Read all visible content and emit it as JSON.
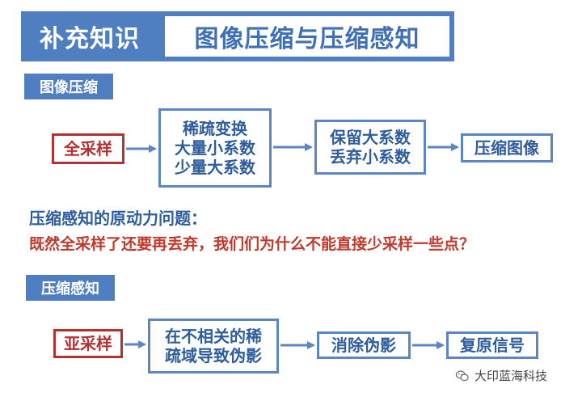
{
  "title": {
    "left": "补充知识",
    "right": "图像压缩与压缩感知"
  },
  "section1": {
    "label": "图像压缩",
    "boxes": {
      "full_sample": "全采样",
      "sparse_lines": [
        "稀疏变换",
        "大量小系数",
        "少量大系数"
      ],
      "keep_lines": [
        "保留大系数",
        "丢弃小系数"
      ],
      "compressed": "压缩图像"
    }
  },
  "question": "压缩感知的原动力问题：",
  "statement": "既然全采样了还要再丢弃，我们们为什么不能直接少采样一些点？",
  "section2": {
    "label": "压缩感知",
    "boxes": {
      "sub_sample": "亚采样",
      "incoherent_lines": [
        "在不相关的稀",
        "疏域导致伪影"
      ],
      "remove_artifact": "消除伪影",
      "recover": "复原信号"
    }
  },
  "brand": {
    "name": "大印蓝海科技",
    "icon": "wechat-icon"
  },
  "colors": {
    "accent_blue": "#4f7fc0",
    "text_blue": "#2e5d9e",
    "red": "#b23232"
  }
}
